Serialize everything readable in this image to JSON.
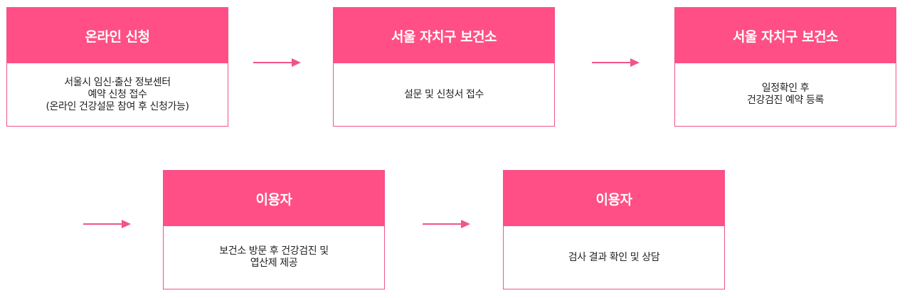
{
  "steps": [
    {
      "title": "온라인 신청",
      "lines": [
        "서울시 임신·출산 정보센터",
        "예약 신청 접수",
        "(온라인 건강설문 참여 후 신청가능)"
      ]
    },
    {
      "title": "서울 자치구 보건소",
      "lines": [
        "설문 및 신청서 접수"
      ]
    },
    {
      "title": "서울 자치구 보건소",
      "lines": [
        "일정확인 후",
        "건강검진 예약 등록"
      ]
    },
    {
      "title": "이용자",
      "lines": [
        "보건소 방문 후 건강검진 및",
        "엽산제 제공"
      ]
    },
    {
      "title": "이용자",
      "lines": [
        "검사 결과 확인 및 상담"
      ]
    }
  ],
  "colors": {
    "accent": "#ff4f86",
    "border": "#f0548a",
    "arrow": "#f0548a"
  }
}
